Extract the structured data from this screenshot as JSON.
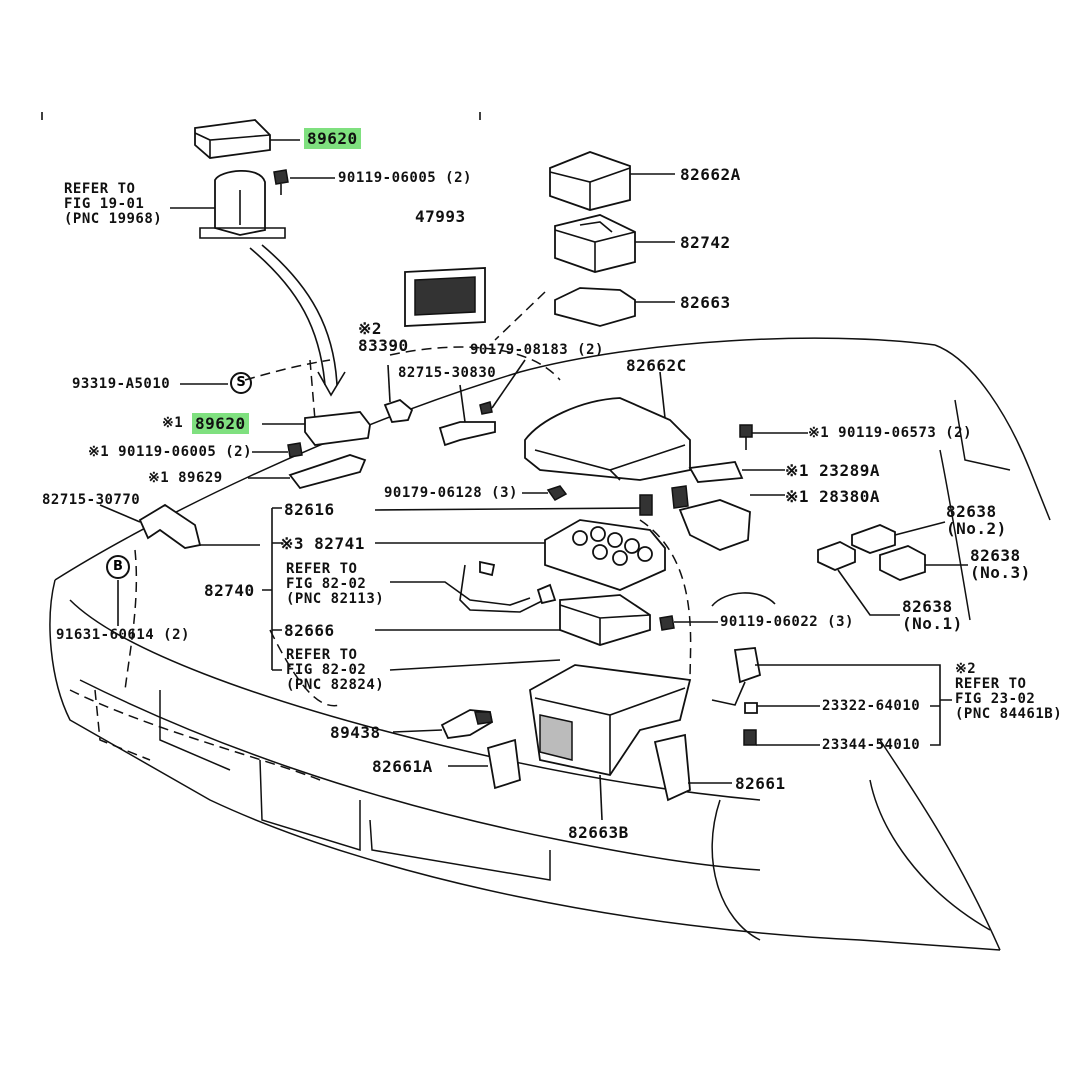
{
  "labels": {
    "p89620_top": "89620",
    "refer_19": "REFER TO\nFIG 19-01\n(PNC 19968)",
    "b90119_06005_top": "90119-06005 (2)",
    "p47993": "47993",
    "p82662A": "82662A",
    "p82742": "82742",
    "p82663": "82663",
    "mark2_83390": "※2\n83390",
    "b90179_08183": "90179-08183 (2)",
    "p82715_30830": "82715-30830",
    "p82662C": "82662C",
    "p93319": "93319-A5010",
    "circle_s": "S",
    "mark1": "※1",
    "p89620_mid": "89620",
    "b90119_06005_mid": "※1 90119-06005 (2)",
    "p89629": "※1 89629",
    "p82715_30770": "82715-30770",
    "b90179_06128": "90179-06128 (3)",
    "b90119_06573": "※1 90119-06573 (2)",
    "p23289A": "※1 23289A",
    "p28380A": "※1 28380A",
    "p82616": "82616",
    "p82741": "※3 82741",
    "p82740": "82740",
    "refer_82_02_a": "REFER TO\nFIG 82-02\n(PNC 82113)",
    "p82666": "82666",
    "refer_82_02_b": "REFER TO\nFIG 82-02\n(PNC 82824)",
    "circle_b": "B",
    "p91631": "91631-60614 (2)",
    "p82638_no2": "82638\n(No.2)",
    "p82638_no3": "82638\n(No.3)",
    "p82638_no1": "82638\n(No.1)",
    "b90119_06022": "90119-06022 (3)",
    "mark2_refer23": "※2\nREFER TO\nFIG 23-02\n(PNC 84461B)",
    "p23322": "23322-64010",
    "p23344": "23344-54010",
    "p89438": "89438",
    "p82661A": "82661A",
    "p82661": "82661",
    "p82663B": "82663B"
  },
  "colors": {
    "highlight": "#7fe07f",
    "ink": "#111111",
    "background": "#ffffff"
  }
}
